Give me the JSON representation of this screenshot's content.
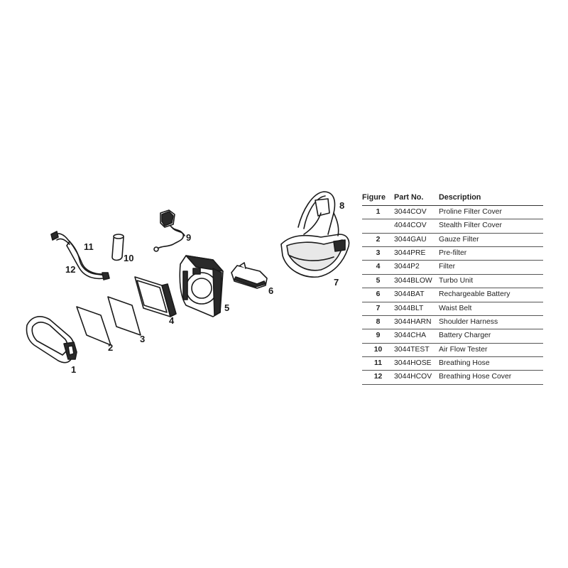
{
  "callouts": [
    "1",
    "2",
    "3",
    "4",
    "5",
    "6",
    "7",
    "8",
    "9",
    "10",
    "11",
    "12"
  ],
  "table": {
    "headers": {
      "figure": "Figure",
      "part": "Part No.",
      "description": "Description"
    },
    "rows": [
      {
        "figure": "1",
        "part": "3044COV",
        "description": "Proline Filter Cover"
      },
      {
        "figure": "",
        "part": "4044COV",
        "description": "Stealth Filter Cover"
      },
      {
        "figure": "2",
        "part": "3044GAU",
        "description": "Gauze Filter"
      },
      {
        "figure": "3",
        "part": "3044PRE",
        "description": "Pre-filter"
      },
      {
        "figure": "4",
        "part": "3044P2",
        "description": "Filter"
      },
      {
        "figure": "5",
        "part": "3044BLOW",
        "description": "Turbo Unit"
      },
      {
        "figure": "6",
        "part": "3044BAT",
        "description": "Rechargeable Battery"
      },
      {
        "figure": "7",
        "part": "3044BLT",
        "description": "Waist Belt"
      },
      {
        "figure": "8",
        "part": "3044HARN",
        "description": "Shoulder Harness"
      },
      {
        "figure": "9",
        "part": "3044CHA",
        "description": "Battery Charger"
      },
      {
        "figure": "10",
        "part": "3044TEST",
        "description": "Air Flow Tester"
      },
      {
        "figure": "11",
        "part": "3044HOSE",
        "description": "Breathing Hose"
      },
      {
        "figure": "12",
        "part": "3044HCOV",
        "description": "Breathing Hose Cover"
      }
    ]
  }
}
